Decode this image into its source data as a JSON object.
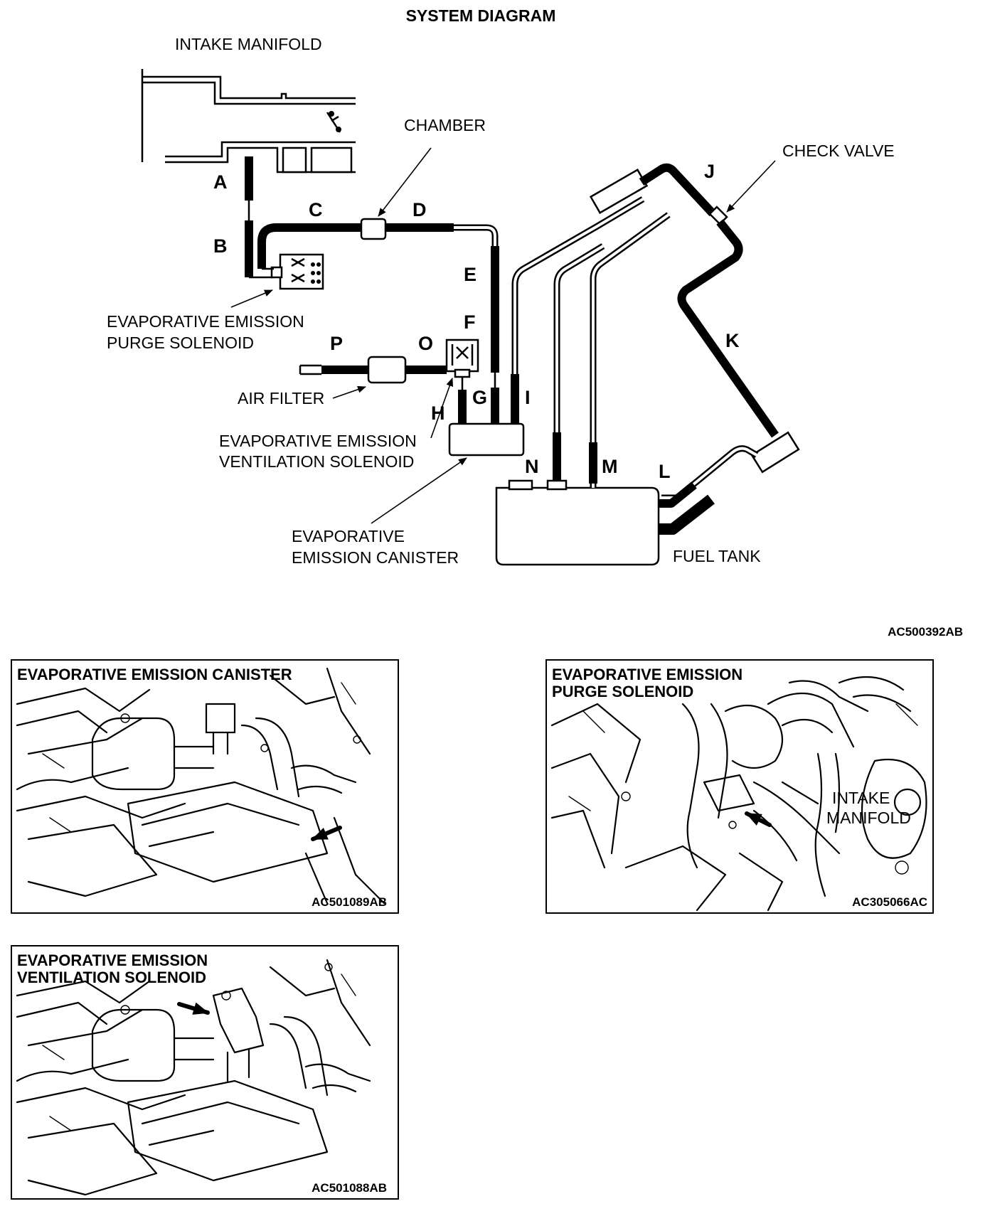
{
  "system_diagram": {
    "title": "SYSTEM DIAGRAM",
    "code": "AC500392AB",
    "components": {
      "intake_manifold": "INTAKE MANIFOLD",
      "chamber": "CHAMBER",
      "check_valve": "CHECK VALVE",
      "purge_solenoid_line1": "EVAPORATIVE EMISSION",
      "purge_solenoid_line2": "PURGE SOLENOID",
      "air_filter": "AIR FILTER",
      "ventilation_solenoid_line1": "EVAPORATIVE EMISSION",
      "ventilation_solenoid_line2": "VENTILATION SOLENOID",
      "canister_line1": "EVAPORATIVE",
      "canister_line2": "EMISSION CANISTER",
      "fuel_tank": "FUEL TANK"
    },
    "hose_letters": [
      "A",
      "B",
      "C",
      "D",
      "E",
      "F",
      "G",
      "H",
      "I",
      "J",
      "K",
      "L",
      "M",
      "N",
      "O",
      "P"
    ]
  },
  "panels": {
    "canister": {
      "title": "EVAPORATIVE EMISSION CANISTER",
      "code": "AC501089AB"
    },
    "purge": {
      "title_line1": "EVAPORATIVE EMISSION",
      "title_line2": "PURGE SOLENOID",
      "label_line1": "INTAKE",
      "label_line2": "MANIFOLD",
      "code": "AC305066AC"
    },
    "ventilation": {
      "title_line1": "EVAPORATIVE EMISSION",
      "title_line2": "VENTILATION SOLENOID",
      "code": "AC501088AB"
    }
  },
  "colors": {
    "ink": "#000000",
    "paper": "#ffffff"
  }
}
